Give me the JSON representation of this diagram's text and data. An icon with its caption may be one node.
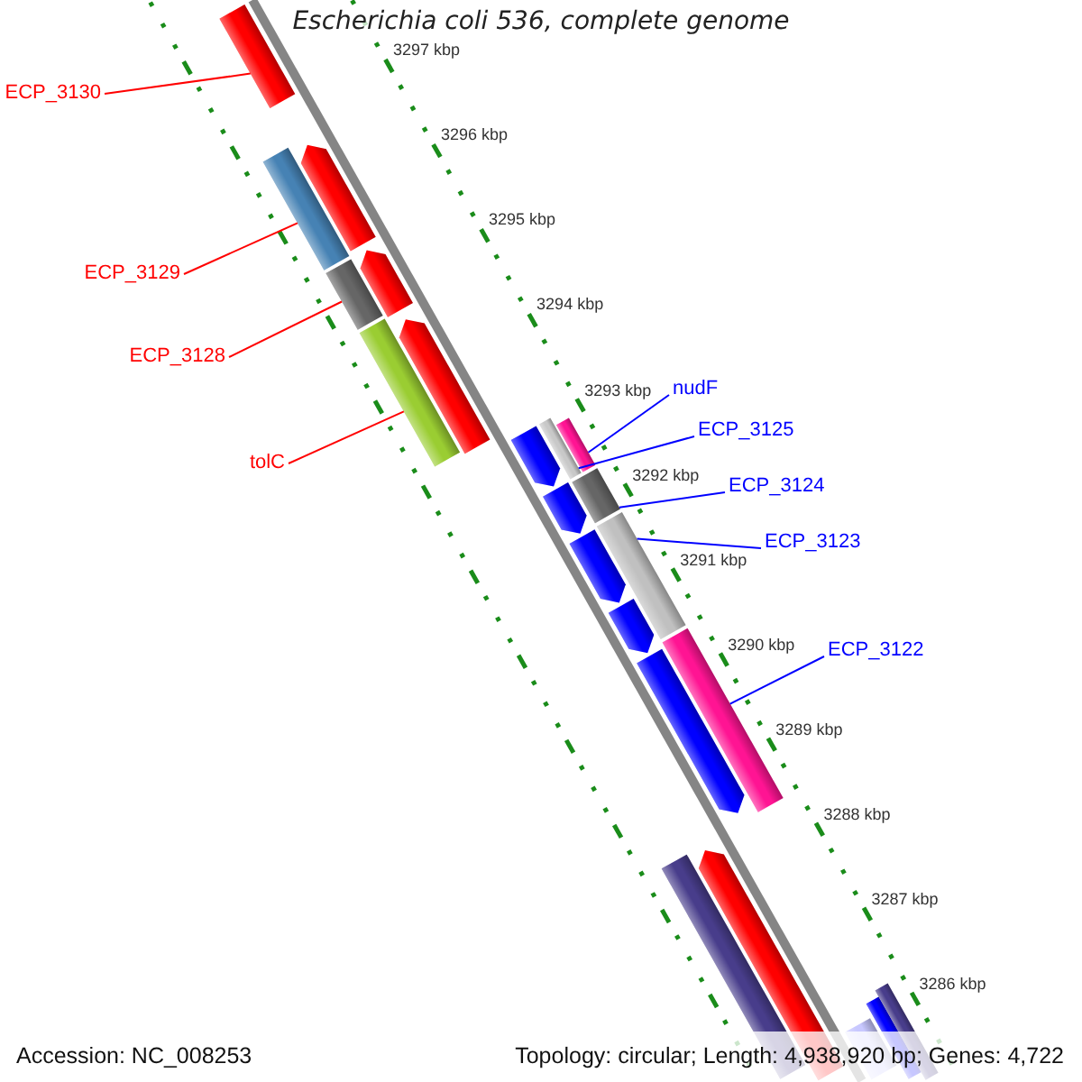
{
  "diagram": {
    "title": "Escherichia coli 536, complete genome",
    "nodes": [
      {
        "text": [
          "ECP_3130"
        ]
      },
      {
        "text": [
          "ECP_3129"
        ]
      },
      {
        "text": [
          "ECP_3128"
        ]
      },
      {
        "text": [
          "tolC"
        ]
      },
      {
        "text": [
          "nudF"
        ]
      },
      {
        "text": [
          "ECP_3125"
        ]
      },
      {
        "text": [
          "ECP_3124"
        ]
      },
      {
        "text": [
          "ECP_3123"
        ]
      },
      {
        "text": [
          "ECP_3122"
        ]
      }
    ],
    "edges": [
      {
        "from": 0,
        "to": null,
        "arrow": "none",
        "color": "#ff0000"
      },
      {
        "from": 1,
        "to": null,
        "arrow": "none",
        "color": "#ff0000"
      },
      {
        "from": 2,
        "to": null,
        "arrow": "none",
        "color": "#ff0000"
      },
      {
        "from": 3,
        "to": null,
        "arrow": "none",
        "color": "#ff0000"
      },
      {
        "from": 4,
        "to": null,
        "arrow": "none"
      },
      {
        "from": 5,
        "to": null,
        "arrow": "none"
      },
      {
        "from": 6,
        "to": null,
        "arrow": "none"
      },
      {
        "from": 7,
        "to": null,
        "arrow": "none"
      },
      {
        "from": 8,
        "to": null,
        "arrow": "none"
      }
    ],
    "labels": [
      "3297 kbp",
      "3296 kbp",
      "3295 kbp",
      "3294 kbp",
      "3293 kbp",
      "3292 kbp",
      "3291 kbp",
      "3290 kbp",
      "3289 kbp",
      "3288 kbp",
      "3287 kbp",
      "3286 kbp",
      "Accession: NC_008253",
      "Topology: circular; Length: 4,938,920 bp; Genes: 4,722"
    ]
  }
}
